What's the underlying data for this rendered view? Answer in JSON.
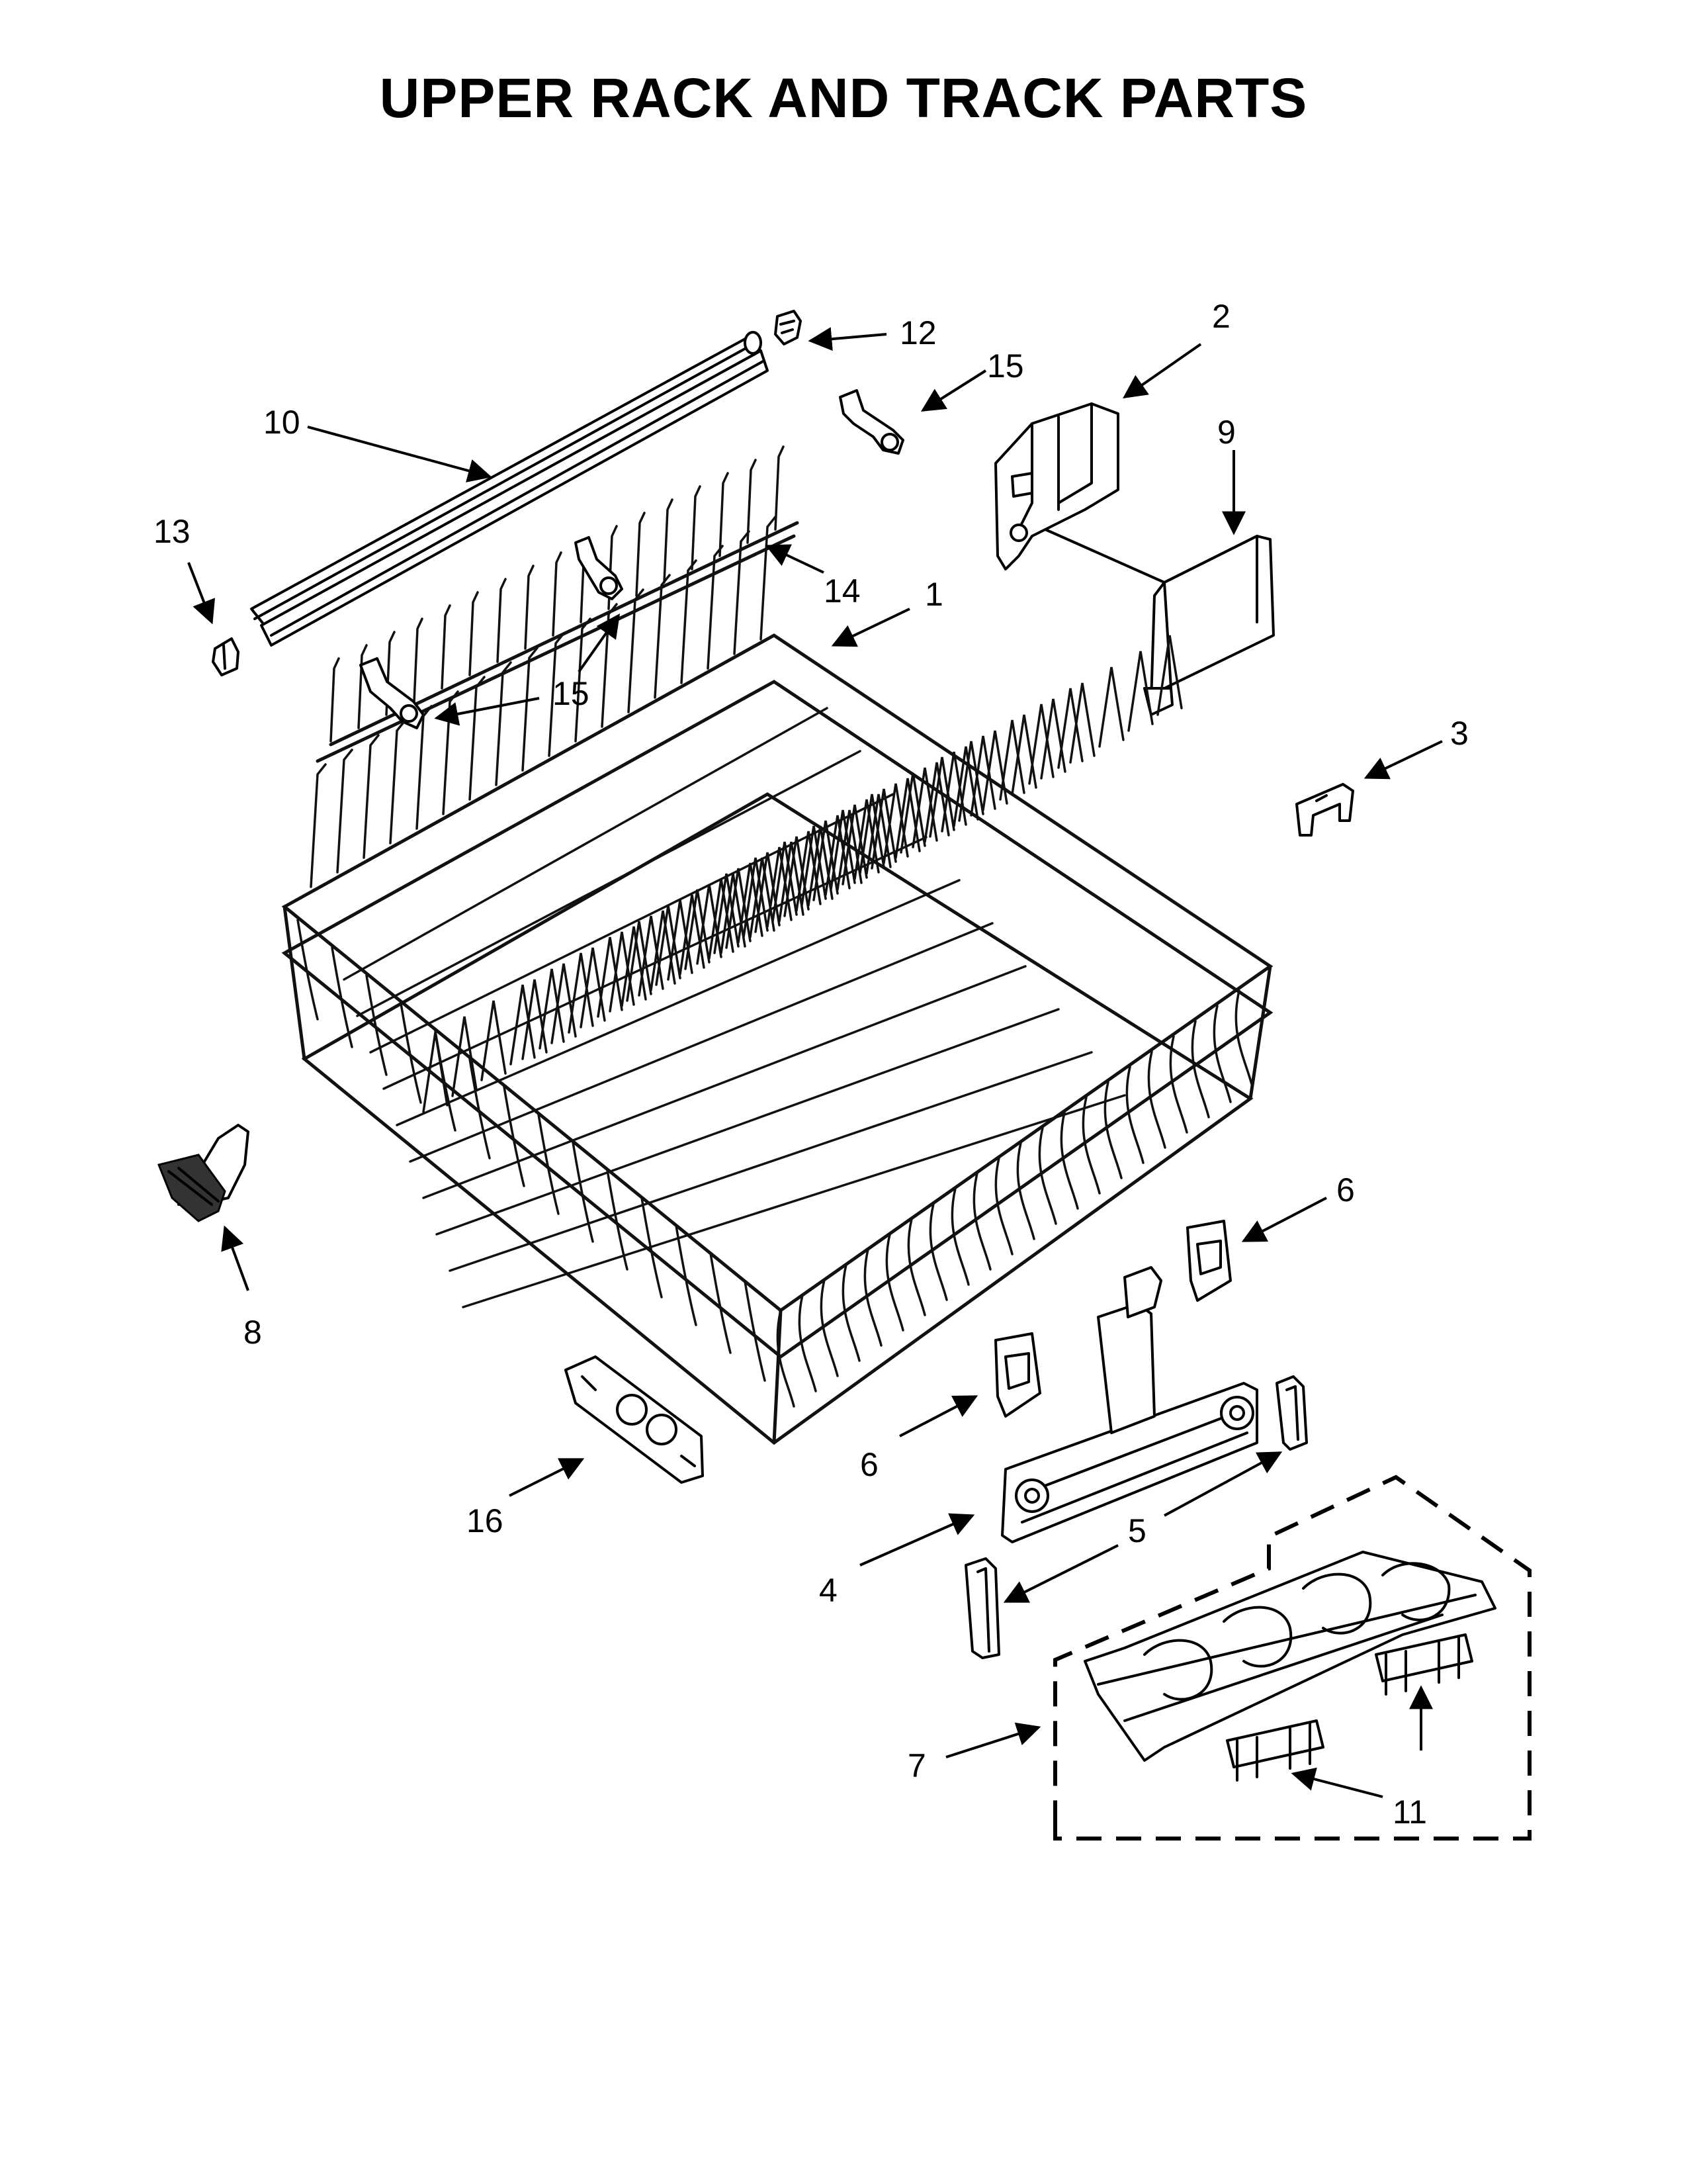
{
  "title": "UPPER RACK AND TRACK PARTS",
  "callouts": [
    {
      "id": "c1",
      "label": "1"
    },
    {
      "id": "c2",
      "label": "2"
    },
    {
      "id": "c3",
      "label": "3"
    },
    {
      "id": "c4",
      "label": "4"
    },
    {
      "id": "c5",
      "label": "5"
    },
    {
      "id": "c6a",
      "label": "6"
    },
    {
      "id": "c6b",
      "label": "6"
    },
    {
      "id": "c7",
      "label": "7"
    },
    {
      "id": "c8",
      "label": "8"
    },
    {
      "id": "c9",
      "label": "9"
    },
    {
      "id": "c10",
      "label": "10"
    },
    {
      "id": "c11",
      "label": "11"
    },
    {
      "id": "c12",
      "label": "12"
    },
    {
      "id": "c13",
      "label": "13"
    },
    {
      "id": "c14",
      "label": "14"
    },
    {
      "id": "c15a",
      "label": "15"
    },
    {
      "id": "c15b",
      "label": "15"
    },
    {
      "id": "c16",
      "label": "16"
    }
  ]
}
